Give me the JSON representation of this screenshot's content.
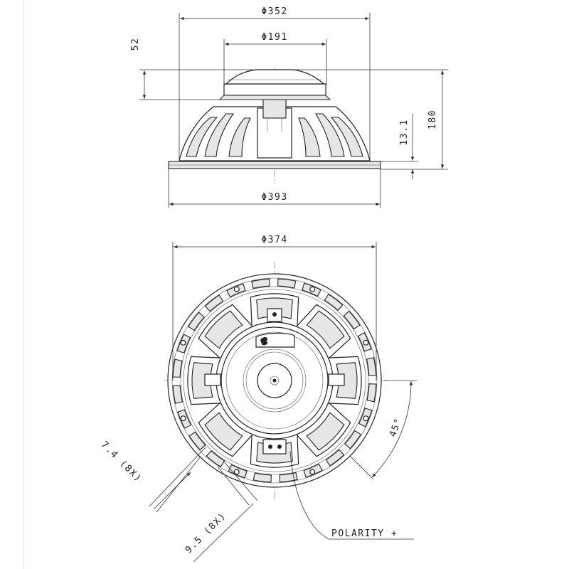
{
  "side_view": {
    "dim_overall_diameter": "Φ352",
    "dim_magnet_diameter": "Φ191",
    "dim_magnet_height": "52",
    "dim_total_depth": "180",
    "dim_flange_thickness": "13.1",
    "dim_flange_diameter": "Φ393"
  },
  "front_view": {
    "dim_baffle_diameter": "Φ374",
    "dim_hole_diameter": "7.4 (8X)",
    "dim_slot_width": "9.5 (8X)",
    "dim_angle": "45°",
    "polarity_label": "POLARITY +"
  },
  "colors": {
    "line": "#222222",
    "fill": "#e6e6e6",
    "background": "#ffffff"
  }
}
